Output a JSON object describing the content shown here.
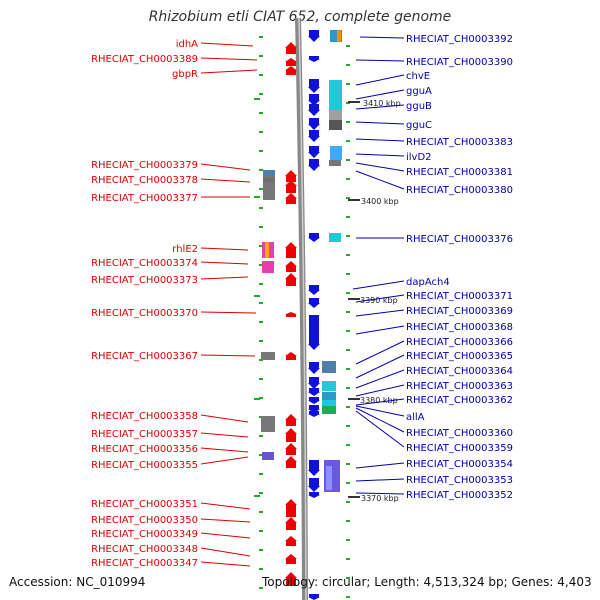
{
  "title": "Rhizobium etli CIAT 652, complete genome",
  "footer": {
    "accession": "Accession: NC_010994",
    "summary": "Topology: circular; Length: 4,513,324 bp; Genes: 4,403"
  },
  "scale_labels": [
    "3410 kbp",
    "3400 kbp",
    "3390 kbp",
    "3380 kbp",
    "3370 kbp"
  ],
  "left_labels": [
    "idhA",
    "RHECIAT_CH0003389",
    "gbpR",
    "RHECIAT_CH0003379",
    "RHECIAT_CH0003378",
    "RHECIAT_CH0003377",
    "rhlE2",
    "RHECIAT_CH0003374",
    "RHECIAT_CH0003373",
    "RHECIAT_CH0003370",
    "RHECIAT_CH0003367",
    "RHECIAT_CH0003358",
    "RHECIAT_CH0003357",
    "RHECIAT_CH0003356",
    "RHECIAT_CH0003355",
    "RHECIAT_CH0003351",
    "RHECIAT_CH0003350",
    "RHECIAT_CH0003349",
    "RHECIAT_CH0003348",
    "RHECIAT_CH0003347"
  ],
  "right_labels": [
    "RHECIAT_CH0003392",
    "RHECIAT_CH0003390",
    "chvE",
    "gguA",
    "gguB",
    "gguC",
    "RHECIAT_CH0003383",
    "ilvD2",
    "RHECIAT_CH0003381",
    "RHECIAT_CH0003380",
    "RHECIAT_CH0003376",
    "dapAch4",
    "RHECIAT_CH0003371",
    "RHECIAT_CH0003369",
    "RHECIAT_CH0003368",
    "RHECIAT_CH0003366",
    "RHECIAT_CH0003365",
    "RHECIAT_CH0003364",
    "RHECIAT_CH0003363",
    "RHECIAT_CH0003362",
    "allA",
    "RHECIAT_CH0003360",
    "RHECIAT_CH0003359",
    "RHECIAT_CH0003354",
    "RHECIAT_CH0003353",
    "RHECIAT_CH0003352"
  ],
  "colors": {
    "forward_strand": "#ee0000",
    "reverse_strand": "#1010dd",
    "backbone": "#888888",
    "tick": "#22aa22",
    "left_label": "#dd0000",
    "right_label": "#0000aa"
  }
}
